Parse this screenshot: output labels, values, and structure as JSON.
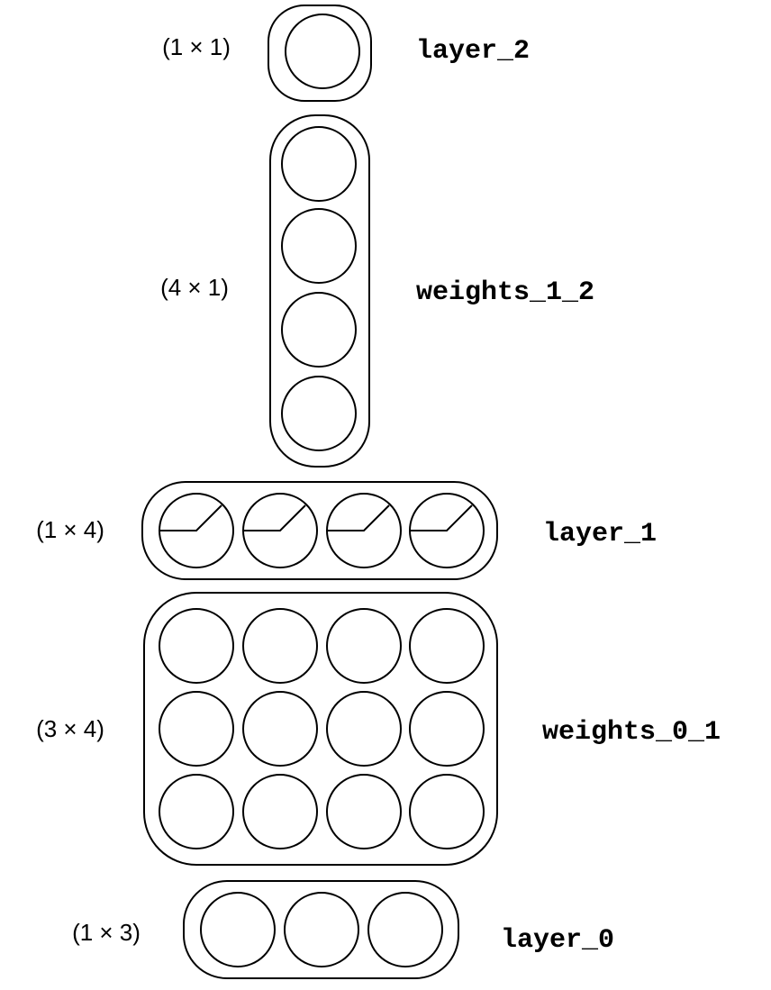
{
  "blocks": [
    {
      "name": "layer_2",
      "shape": "(1 × 1)",
      "rows": 1,
      "cols": 1,
      "relu_glyph": false
    },
    {
      "name": "weights_1_2",
      "shape": "(4 × 1)",
      "rows": 4,
      "cols": 1,
      "relu_glyph": false
    },
    {
      "name": "layer_1",
      "shape": "(1 × 4)",
      "rows": 1,
      "cols": 4,
      "relu_glyph": true
    },
    {
      "name": "weights_0_1",
      "shape": "(3 × 4)",
      "rows": 3,
      "cols": 4,
      "relu_glyph": false
    },
    {
      "name": "layer_0",
      "shape": "(1 × 3)",
      "rows": 1,
      "cols": 3,
      "relu_glyph": false
    }
  ],
  "colors": {
    "stroke": "#000000",
    "background": "#ffffff"
  }
}
